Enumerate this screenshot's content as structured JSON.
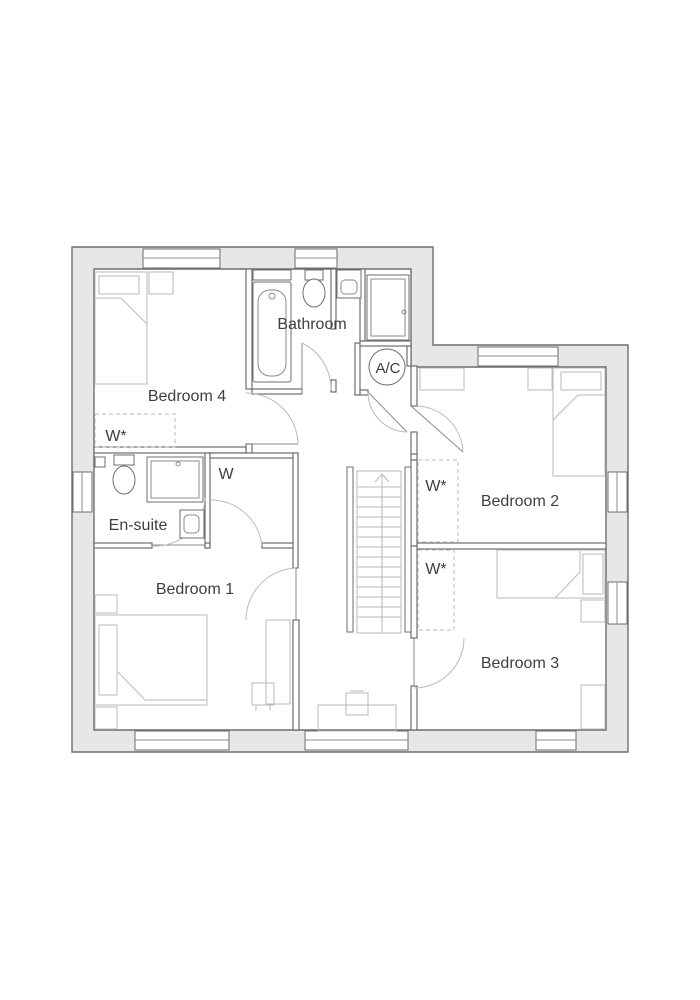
{
  "rooms": {
    "bedroom_4": "Bedroom 4",
    "bathroom": "Bathroom",
    "airing_cupboard": "A/C",
    "bedroom_2": "Bedroom 2",
    "en_suite": "En-suite",
    "bedroom_1": "Bedroom 1",
    "bedroom_3": "Bedroom 3"
  },
  "wardrobes": {
    "bedroom_4": "W*",
    "bedroom_1": "W",
    "bedroom_2": "W*",
    "bedroom_3": "W*"
  },
  "colors": {
    "wall_fill": "#e6e7e8",
    "wall_stroke": "#6d6e71",
    "label_text": "#3b3f44"
  }
}
